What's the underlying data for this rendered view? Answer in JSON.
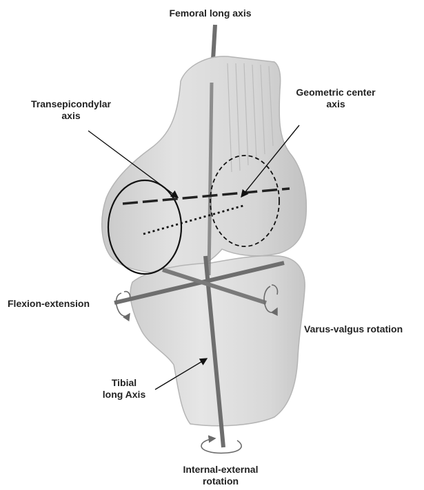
{
  "labels": {
    "femoral_long_axis": "Femoral long axis",
    "transepicondylar_axis": [
      "Transepicondylar",
      "axis"
    ],
    "geometric_center_axis": [
      "Geometric center",
      "axis"
    ],
    "flexion_extension": "Flexion-extension",
    "varus_valgus_rotation": "Varus-valgus rotation",
    "tibial_long_axis": [
      "Tibial",
      "long Axis"
    ],
    "internal_external_rotation": [
      "Internal-external",
      "rotation"
    ]
  },
  "colors": {
    "bone_fill": "#dcdcdc",
    "bone_edge": "#b4b4b4",
    "axis_rod": "#6e6e6e",
    "label_text": "#222222"
  }
}
